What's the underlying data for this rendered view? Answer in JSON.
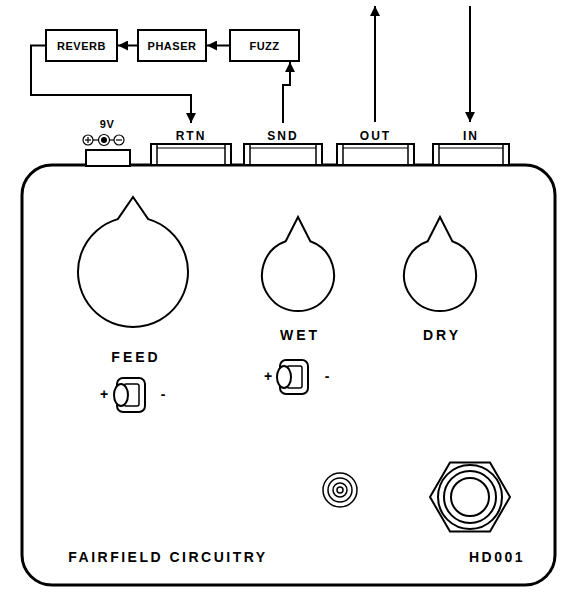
{
  "diagram": {
    "nodes": [
      {
        "text": [
          "REVERB"
        ]
      },
      {
        "text": [
          "PHASER"
        ]
      },
      {
        "text": [
          "FUZZ"
        ]
      },
      {
        "text": [
          "RTN"
        ]
      },
      {
        "text": [
          "SND"
        ]
      },
      {
        "text": [
          "OUT"
        ]
      },
      {
        "text": [
          "IN"
        ]
      }
    ],
    "edges": [
      {
        "from": 2,
        "to": 1,
        "arrow": "to"
      },
      {
        "from": 1,
        "to": 0,
        "arrow": "to"
      },
      {
        "from": 0,
        "to": 3,
        "arrow": "to"
      },
      {
        "from": 4,
        "to": 2,
        "arrow": "to"
      }
    ],
    "labels": [
      "9V",
      "FEED",
      "+",
      "-",
      "WET",
      "+",
      "-",
      "DRY",
      "FAIRFIELD CIRCUITRY",
      "HD001"
    ]
  }
}
